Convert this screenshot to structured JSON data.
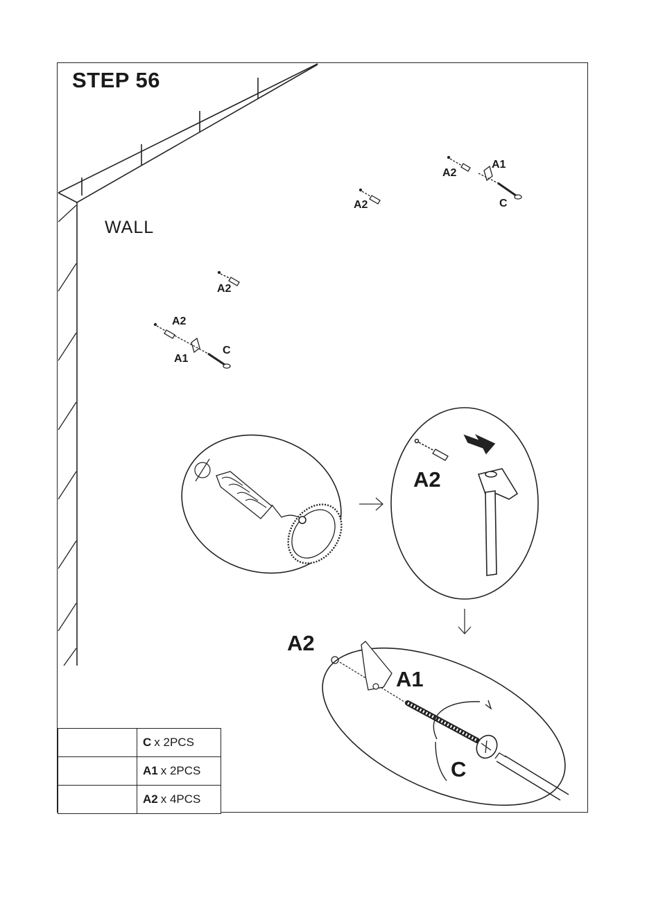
{
  "step": {
    "title": "STEP 56"
  },
  "scene": {
    "wall_label": "WALL"
  },
  "labels": {
    "a1": "A1",
    "a2": "A2",
    "c": "C"
  },
  "parts_list": [
    {
      "code": "C",
      "quantity": "x 2PCS",
      "icon": "screw-icon"
    },
    {
      "code": "A1",
      "quantity": "x 2PCS",
      "icon": "hanging-bracket-icon"
    },
    {
      "code": "A2",
      "quantity": "x 4PCS",
      "icon": "wall-plug-icon"
    }
  ]
}
